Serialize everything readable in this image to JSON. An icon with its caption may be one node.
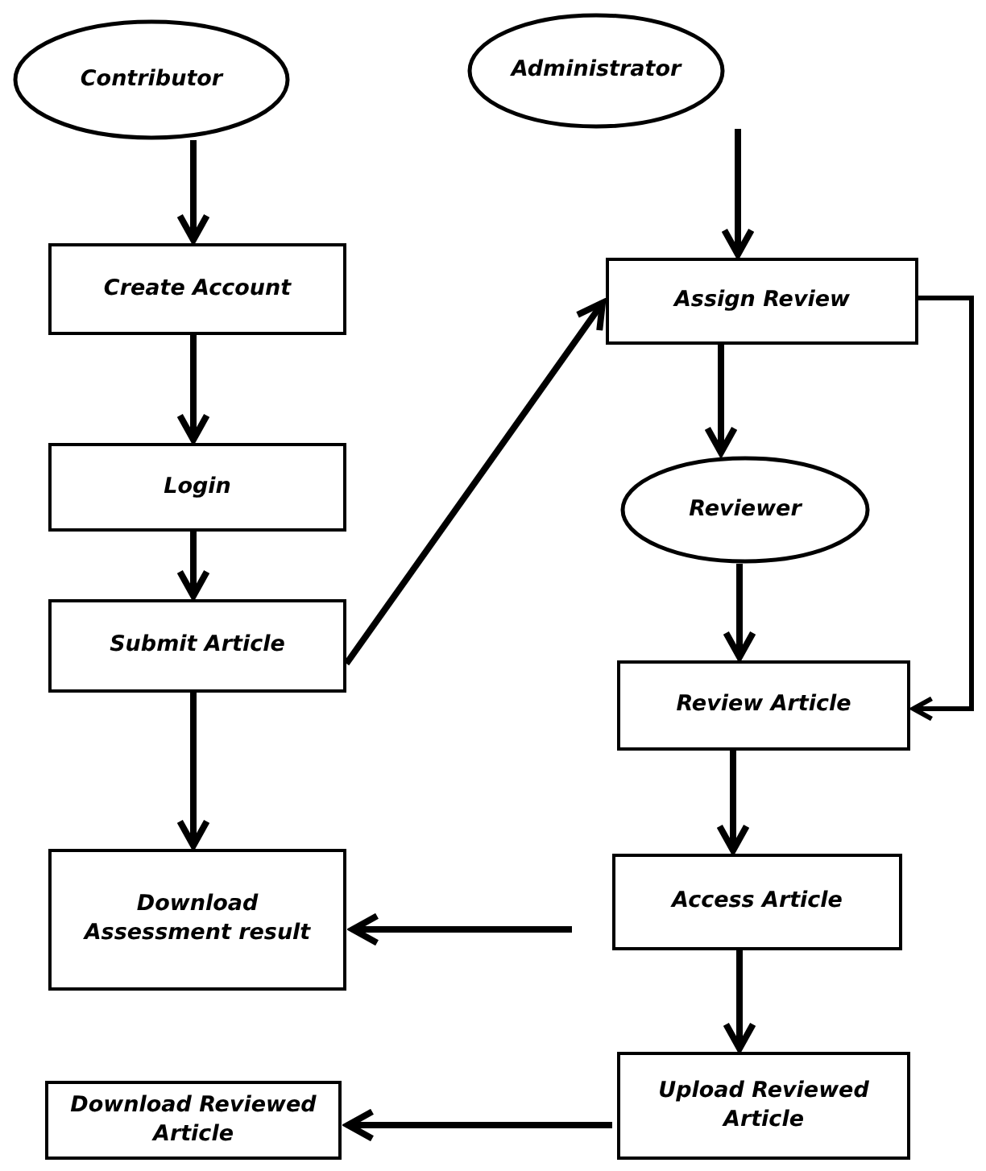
{
  "diagram": {
    "nodes": [
      {
        "text": [
          "Contributor"
        ]
      },
      {
        "text": [
          "Administrator"
        ]
      },
      {
        "text": [
          "Create Account"
        ]
      },
      {
        "text": [
          "Assign Review"
        ]
      },
      {
        "text": [
          "Login"
        ]
      },
      {
        "text": [
          "Reviewer"
        ]
      },
      {
        "text": [
          "Submit Article"
        ]
      },
      {
        "text": [
          "Review Article"
        ]
      },
      {
        "text": [
          "Download Assessment result"
        ]
      },
      {
        "text": [
          "Access Article"
        ]
      },
      {
        "text": [
          "Upload Reviewed Article"
        ]
      },
      {
        "text": [
          "Download Reviewed Article"
        ]
      }
    ],
    "edges": [
      {
        "from": 0,
        "to": 2,
        "arrow": "to"
      },
      {
        "from": 2,
        "to": 4,
        "arrow": "to"
      },
      {
        "from": 4,
        "to": 6,
        "arrow": "to"
      },
      {
        "from": 6,
        "to": 8,
        "arrow": "to"
      },
      {
        "from": 6,
        "to": 3,
        "arrow": "to"
      },
      {
        "from": 1,
        "to": 3,
        "arrow": "to"
      },
      {
        "from": 3,
        "to": 5,
        "arrow": "to"
      },
      {
        "from": 3,
        "to": 7,
        "arrow": "to"
      },
      {
        "from": 5,
        "to": 7,
        "arrow": "to"
      },
      {
        "from": 7,
        "to": 9,
        "arrow": "to"
      },
      {
        "from": 9,
        "to": 8,
        "arrow": "to"
      },
      {
        "from": 9,
        "to": 10,
        "arrow": "to"
      },
      {
        "from": 10,
        "to": 11,
        "arrow": "to"
      }
    ]
  }
}
